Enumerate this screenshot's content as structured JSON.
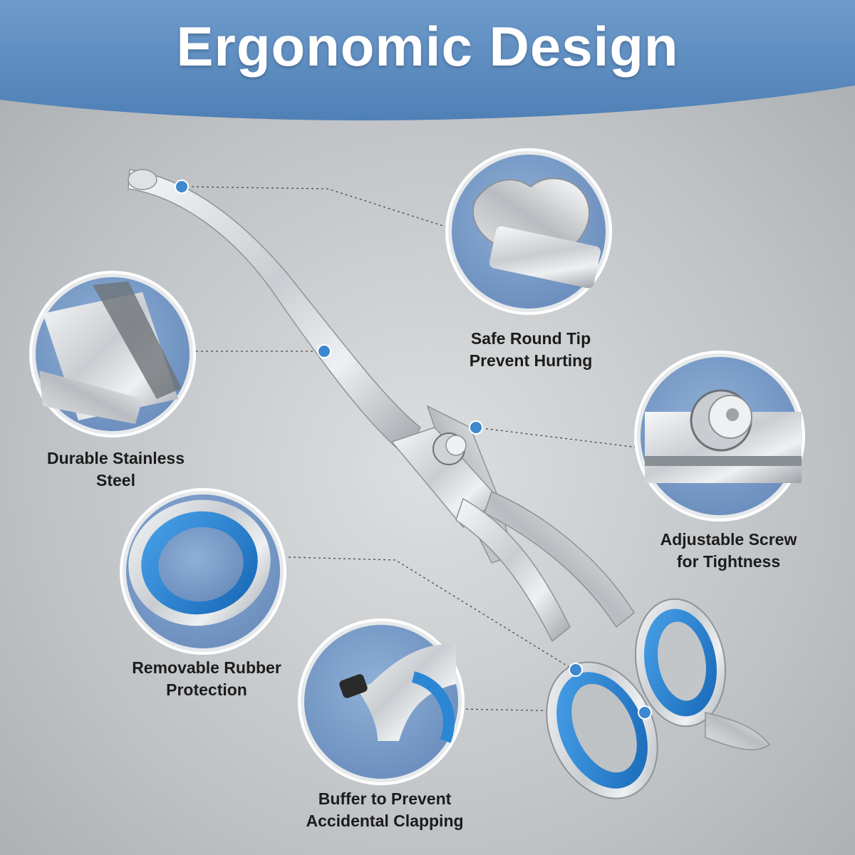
{
  "title": "Ergonomic Design",
  "colors": {
    "banner": "#5f8ec1",
    "callout_circle": "#7b9cc6",
    "ring_blue": "#2b87d4",
    "steel": "#d7dadd",
    "text": "#1c1c1c"
  },
  "features": [
    {
      "id": "tip",
      "line1": "Safe Round Tip",
      "line2": "Prevent Hurting"
    },
    {
      "id": "steel",
      "line1": "Durable Stainless",
      "line2": "Steel"
    },
    {
      "id": "screw",
      "line1": "Adjustable Screw",
      "line2": "for Tightness"
    },
    {
      "id": "rubber",
      "line1": "Removable Rubber",
      "line2": "Protection"
    },
    {
      "id": "buffer",
      "line1": "Buffer to Prevent",
      "line2": "Accidental Clapping"
    }
  ],
  "icons": [
    "round-tip-icon",
    "steel-blade-icon",
    "adjustable-screw-icon",
    "rubber-ring-icon",
    "buffer-icon",
    "scissors-icon"
  ]
}
